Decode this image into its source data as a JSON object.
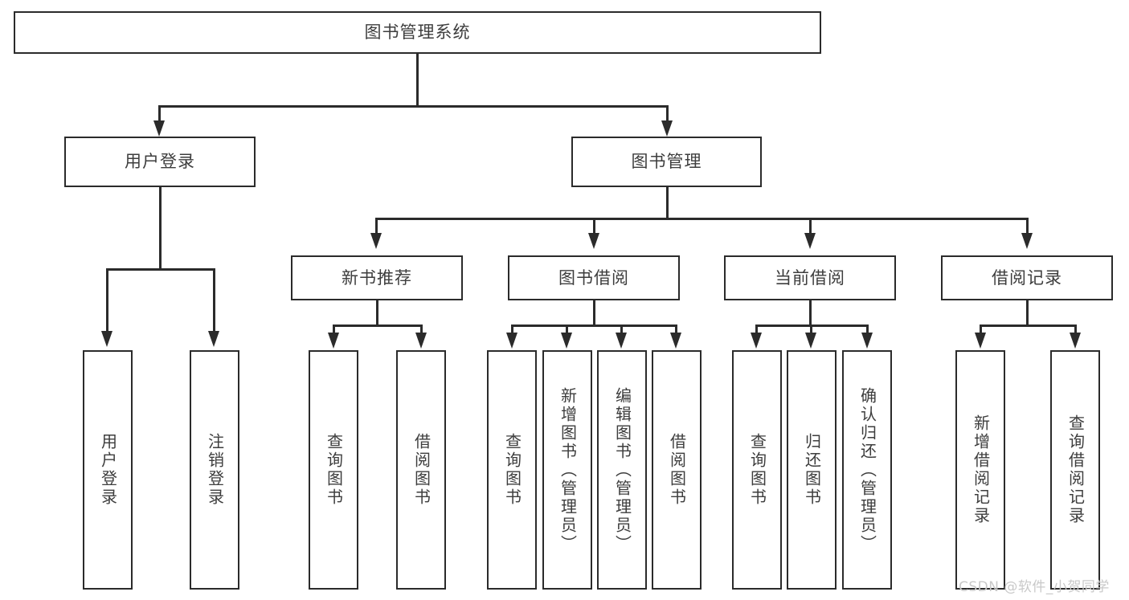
{
  "diagram": {
    "title_node": {
      "label": "图书管理系统"
    },
    "level1": [
      {
        "label": "用户登录"
      },
      {
        "label": "图书管理"
      }
    ],
    "level2": [
      {
        "label": "新书推荐"
      },
      {
        "label": "图书借阅"
      },
      {
        "label": "当前借阅"
      },
      {
        "label": "借阅记录"
      }
    ],
    "leaves": {
      "user_login": [
        {
          "label": "用户登录"
        },
        {
          "label": "注销登录"
        }
      ],
      "new_book_recommend": [
        {
          "label": "查询图书"
        },
        {
          "label": "借阅图书"
        }
      ],
      "book_borrow": [
        {
          "label": "查询图书"
        },
        {
          "label": "新增图书（管理员）"
        },
        {
          "label": "编辑图书（管理员）"
        },
        {
          "label": "借阅图书"
        }
      ],
      "current_borrow": [
        {
          "label": "查询图书"
        },
        {
          "label": "归还图书"
        },
        {
          "label": "确认归还（管理员）"
        }
      ],
      "borrow_record": [
        {
          "label": "新增借阅记录"
        },
        {
          "label": "查询借阅记录"
        }
      ]
    }
  },
  "watermark": {
    "text": "CSDN @软件_小贺同学"
  },
  "colors": {
    "stroke": "#2b2b2b",
    "text": "#3d3d3d",
    "background": "#ffffff",
    "watermark": "#c9c9c9"
  }
}
